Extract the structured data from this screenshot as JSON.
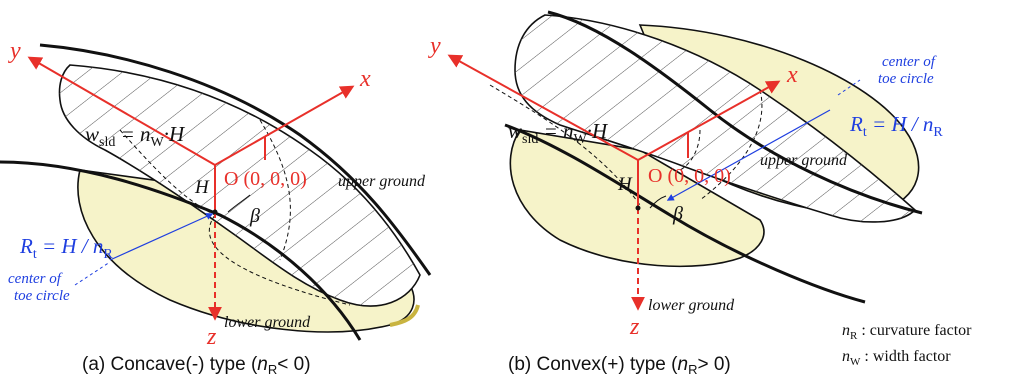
{
  "colors": {
    "axis": "#e8302a",
    "blue": "#1f3fe0",
    "ink": "#111111",
    "fill": "#f6f3c9",
    "fill_dark": "#efe08a"
  },
  "panel_a": {
    "caption_prefix": "(a) Concave(-) type (",
    "caption_n": "n",
    "caption_sub": "R",
    "caption_suffix": "< 0)",
    "axis_x": "x",
    "axis_y": "y",
    "axis_z": "z",
    "origin": "O (0, 0, 0)",
    "upper_ground": "upper ground",
    "lower_ground": "lower ground",
    "w_main": "w",
    "w_sub": "sld",
    "w_eq": " = n",
    "w_eq_sub": "W",
    "w_eq_end": "·H",
    "h_label": "H",
    "beta": "β",
    "rt_main": "R",
    "rt_sub": "t",
    "rt_eq": " = H / n",
    "rt_eq_sub": "R",
    "center_line1": "center of",
    "center_line2": "toe circle"
  },
  "panel_b": {
    "caption_prefix": "(b) Convex(+) type (",
    "caption_n": "n",
    "caption_sub": "R",
    "caption_suffix": "> 0)",
    "axis_x": "x",
    "axis_y": "y",
    "axis_z": "z",
    "origin": "O (0, 0, 0)",
    "upper_ground": "upper ground",
    "lower_ground": "lower ground",
    "w_main": "w",
    "w_sub": "sld",
    "w_eq": " = n",
    "w_eq_sub": "W",
    "w_eq_end": "·H",
    "h_label": "H",
    "beta": "β",
    "rt_main": "R",
    "rt_sub": "t",
    "rt_eq": " = H / n",
    "rt_eq_sub": "R",
    "center_line1": "center of",
    "center_line2": "toe circle"
  },
  "legend": {
    "nr_n": "n",
    "nr_sub": "R",
    "nr_text": " : curvature factor",
    "nw_n": "n",
    "nw_sub": "W",
    "nw_text": " : width factor"
  }
}
